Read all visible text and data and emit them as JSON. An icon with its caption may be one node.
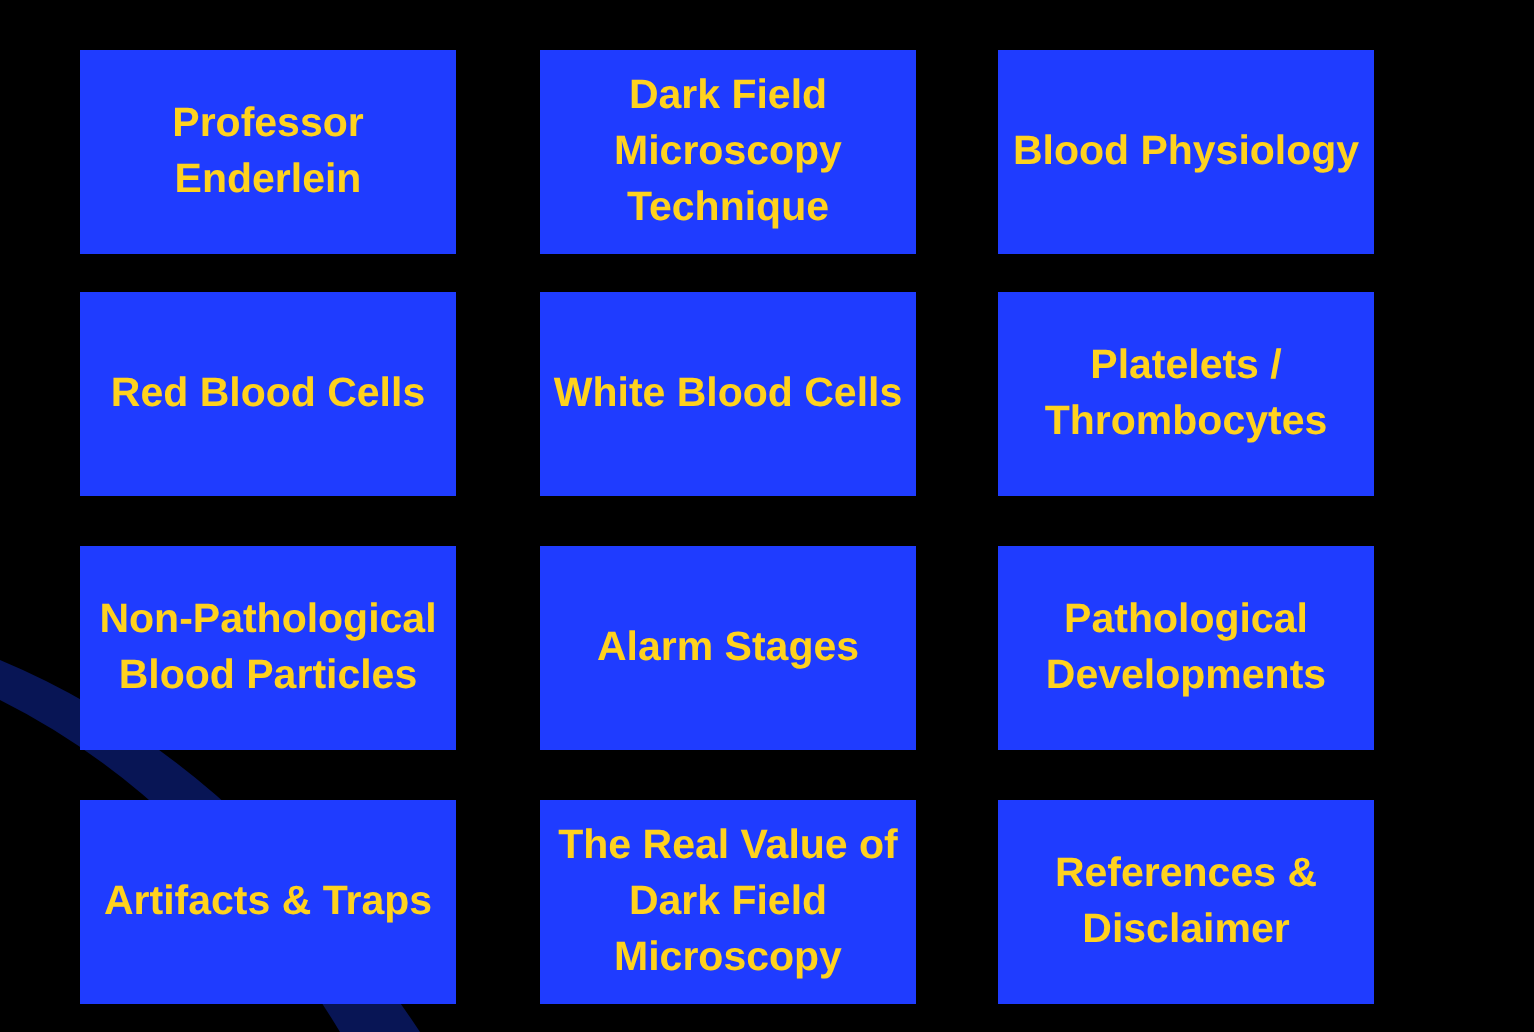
{
  "diagram": {
    "nodes": [
      {
        "text": [
          "Professor Enderlein"
        ]
      },
      {
        "text": [
          "Dark Field Microscopy Technique"
        ]
      },
      {
        "text": [
          "Blood Physiology"
        ]
      },
      {
        "text": [
          "Red Blood Cells"
        ]
      },
      {
        "text": [
          "White Blood Cells"
        ]
      },
      {
        "text": [
          "Platelets / Thrombocytes"
        ]
      },
      {
        "text": [
          "Non-Pathological Blood Particles"
        ]
      },
      {
        "text": [
          "Alarm Stages"
        ]
      },
      {
        "text": [
          "Pathological Developments"
        ]
      },
      {
        "text": [
          "Artifacts & Traps"
        ]
      },
      {
        "text": [
          "The Real Value of Dark Field Microscopy"
        ]
      },
      {
        "text": [
          "References & Disclaimer"
        ]
      }
    ]
  }
}
